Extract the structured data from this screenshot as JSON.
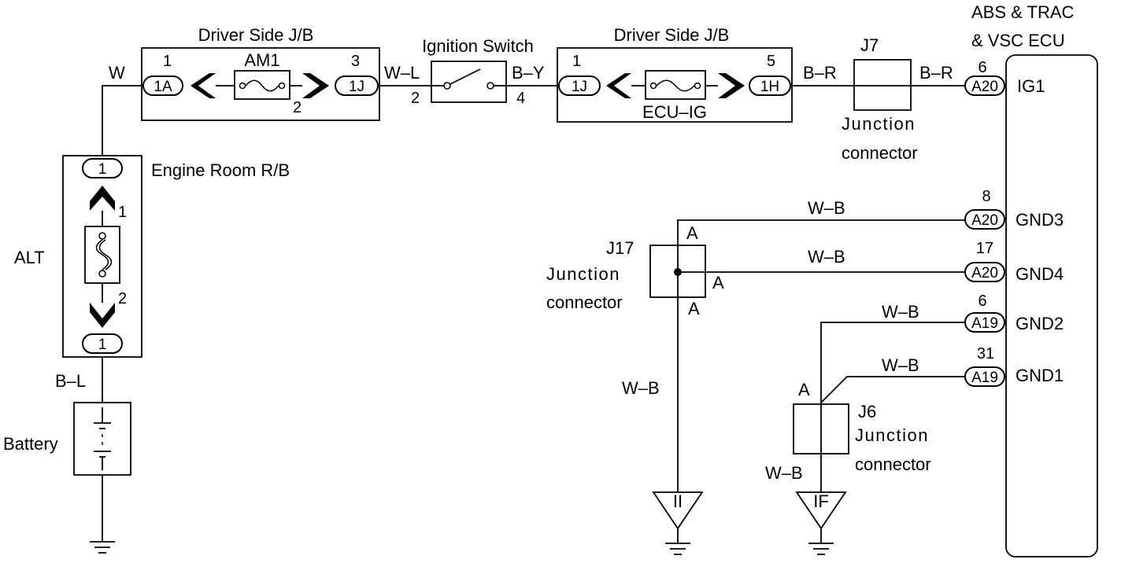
{
  "ecu": {
    "title_line1": "ABS & TRAC",
    "title_line2": "& VSC  ECU"
  },
  "ecu_pins": [
    {
      "pin": "6",
      "connector": "A20",
      "terminal": "IG1",
      "wire": "B–R"
    },
    {
      "pin": "8",
      "connector": "A20",
      "terminal": "GND3",
      "wire": "W–B"
    },
    {
      "pin": "17",
      "connector": "A20",
      "terminal": "GND4",
      "wire": "W–B"
    },
    {
      "pin": "6",
      "connector": "A19",
      "terminal": "GND2",
      "wire": "W–B"
    },
    {
      "pin": "31",
      "connector": "A19",
      "terminal": "GND1",
      "wire": "W–B"
    }
  ],
  "jb1": {
    "title": "Driver Side J/B",
    "fuse": "AM1",
    "in_pin": "1",
    "in_conn": "1A",
    "out_pin": "3",
    "out_conn": "1J",
    "fuse_pin": "2"
  },
  "ignition": {
    "title": "Ignition Switch",
    "pin_in": "2",
    "pin_out": "4",
    "wire_in": "W–L",
    "wire_out": "B–Y"
  },
  "jb2": {
    "title": "Driver Side J/B",
    "fuse": "ECU–IG",
    "in_pin": "1",
    "in_conn": "1J",
    "out_pin": "5",
    "out_conn": "1H",
    "wire_out": "B–R"
  },
  "j7": {
    "id": "J7",
    "line1": "Junction",
    "line2": "connector"
  },
  "engine_rb": {
    "title": "Engine Room R/B",
    "conn_top": "1",
    "conn_bottom": "1",
    "fuse_pin_top": "1",
    "fuse_pin_bottom": "2"
  },
  "alt": {
    "label": "ALT",
    "wire_top": "W",
    "wire_bottom": "B–L"
  },
  "battery": {
    "label": "Battery"
  },
  "j17": {
    "id": "J17",
    "line1": "Junction",
    "line2": "connector",
    "pin_top": "A",
    "pin_right": "A",
    "pin_bottom": "A",
    "wire_down": "W–B"
  },
  "j6": {
    "id": "J6",
    "line1": "Junction",
    "line2": "connector",
    "pin_top": "A",
    "wire_down": "W–B"
  },
  "grounds": [
    {
      "label": "II"
    },
    {
      "label": "IF"
    }
  ]
}
